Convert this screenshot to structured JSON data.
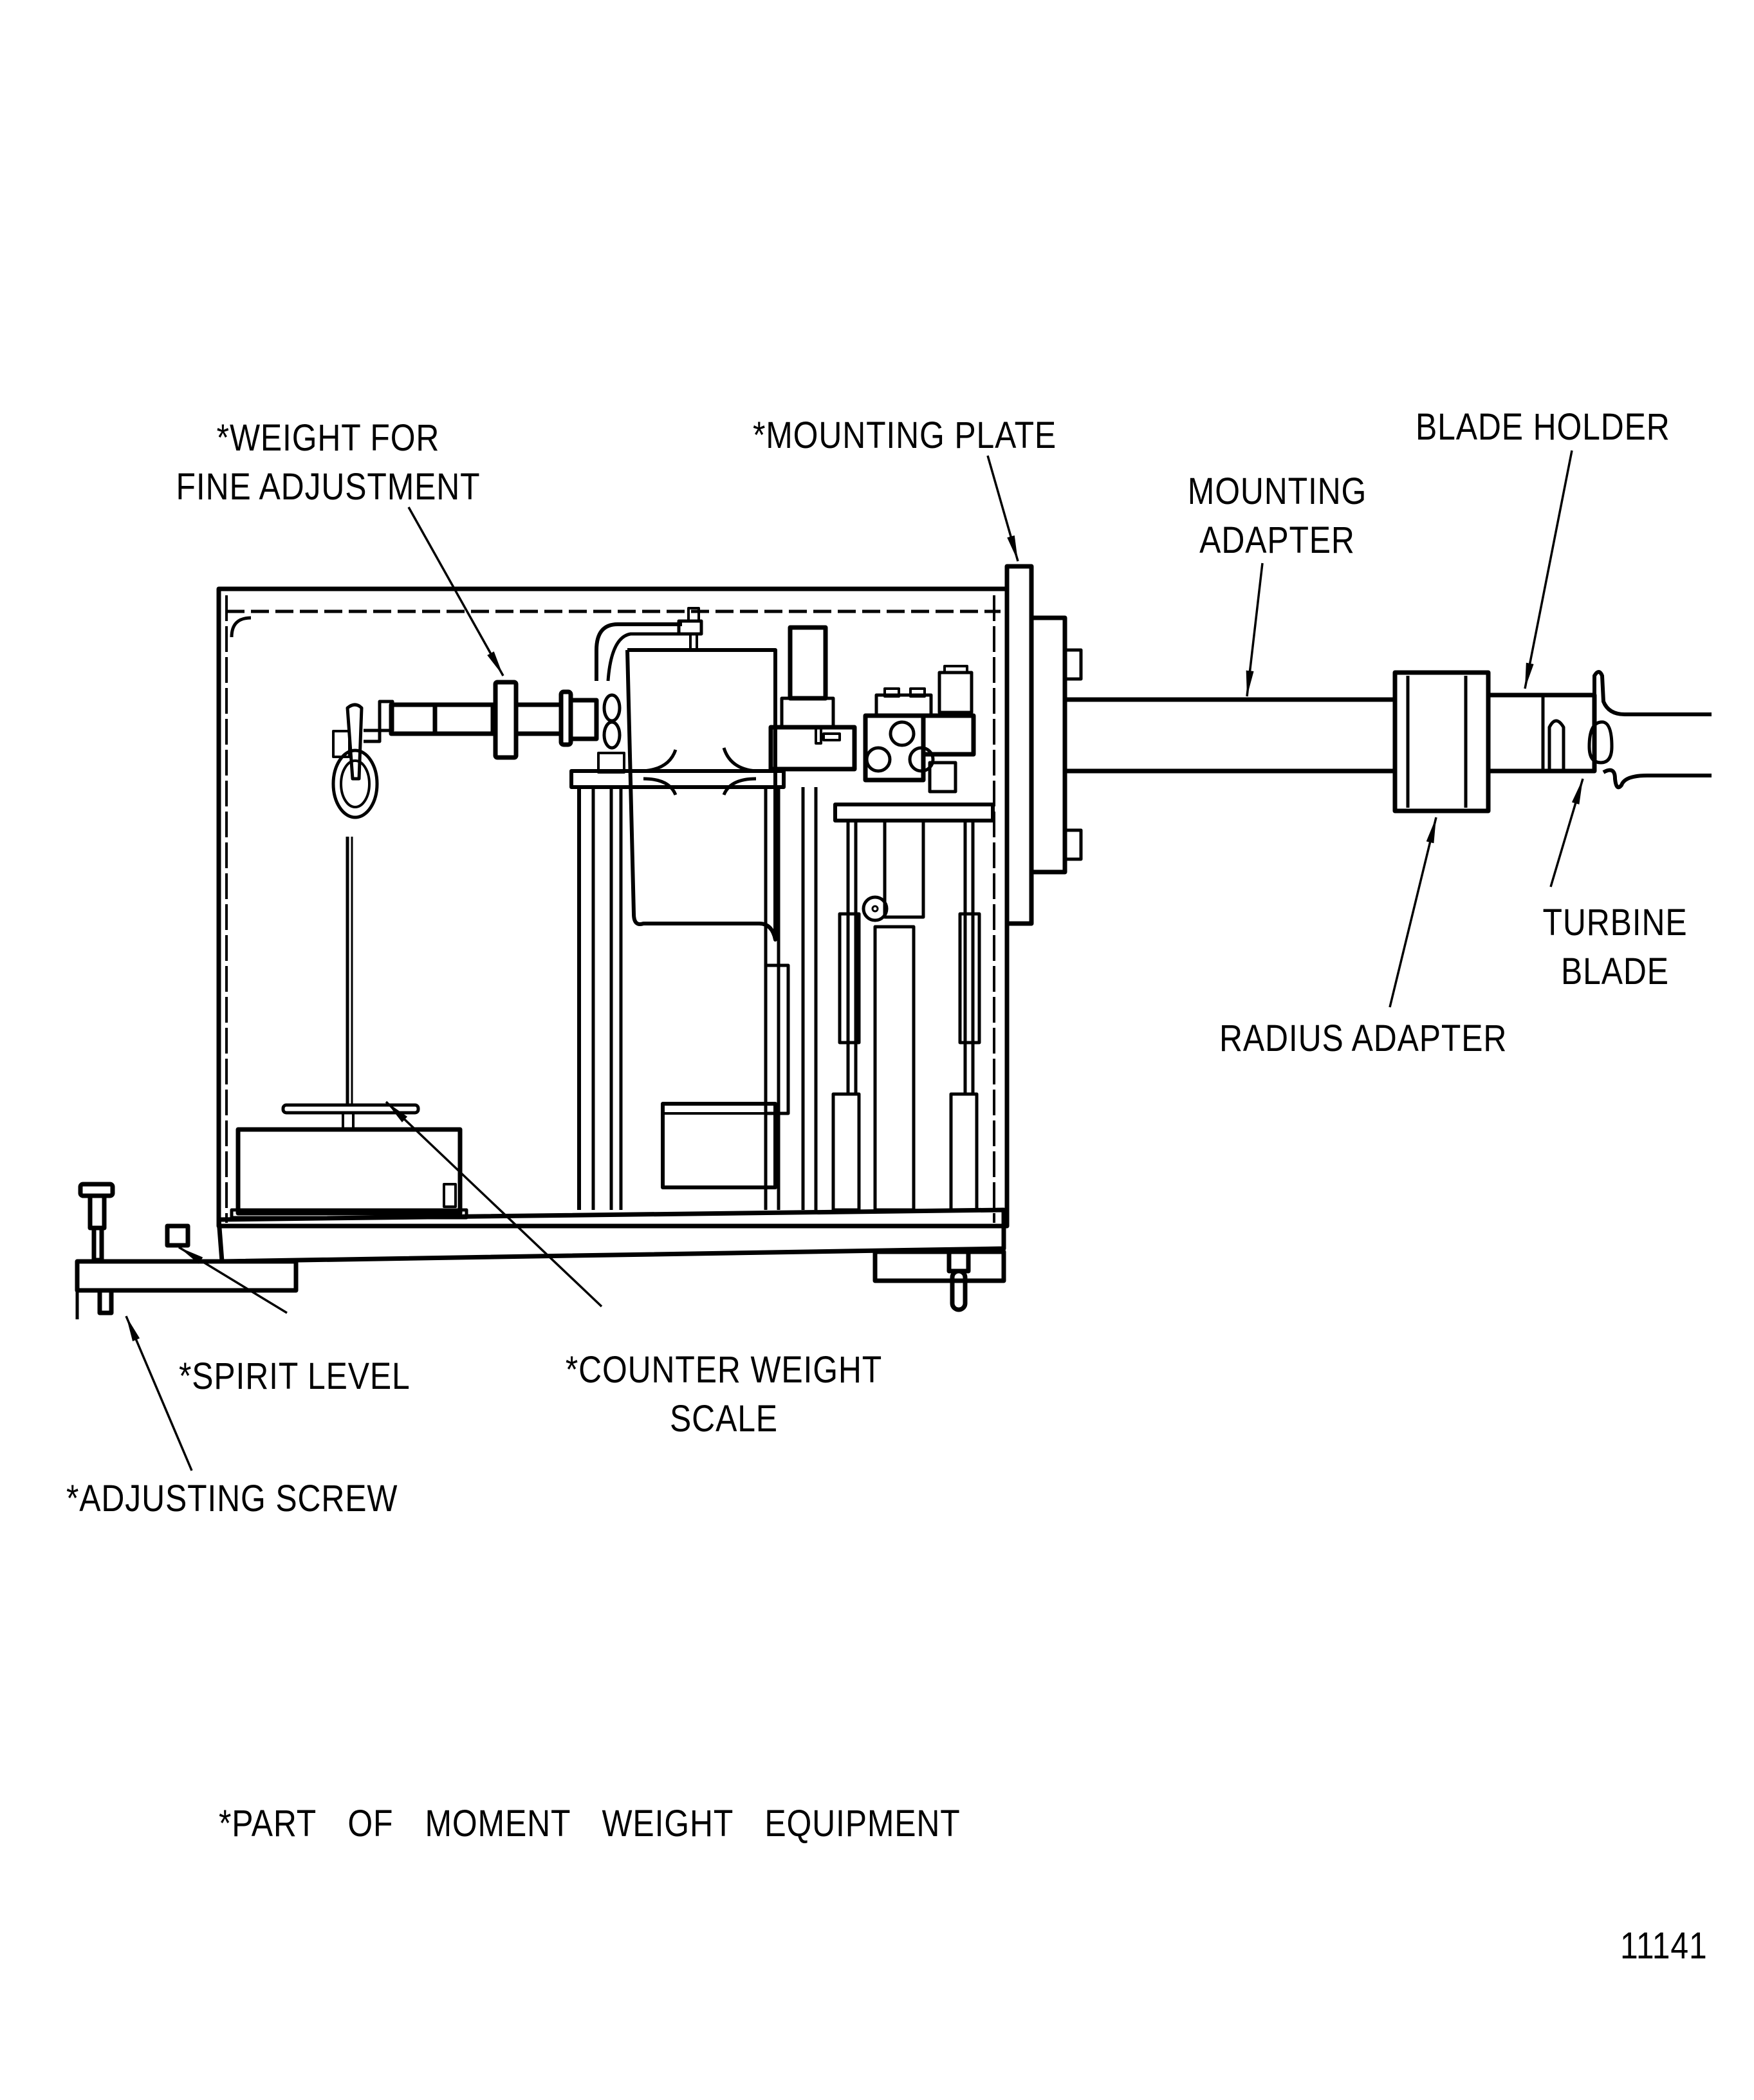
{
  "figure": {
    "number": "11141",
    "footnote": "*PART OF MOMENT WEIGHT EQUIPMENT",
    "colors": {
      "ink": "#000000",
      "paper": "#ffffff"
    }
  },
  "callouts": {
    "weight_fine_adjustment": {
      "lines": [
        "*WEIGHT FOR",
        "FINE ADJUSTMENT"
      ]
    },
    "mounting_plate": {
      "lines": [
        "*MOUNTING PLATE"
      ]
    },
    "mounting_adapter": {
      "lines": [
        "MOUNTING",
        "ADAPTER"
      ]
    },
    "blade_holder": {
      "lines": [
        "BLADE HOLDER"
      ]
    },
    "turbine_blade": {
      "lines": [
        "TURBINE",
        "BLADE"
      ]
    },
    "radius_adapter": {
      "lines": [
        "RADIUS ADAPTER"
      ]
    },
    "spirit_level": {
      "lines": [
        "*SPIRIT LEVEL"
      ]
    },
    "counter_weight_scale": {
      "lines": [
        "*COUNTER WEIGHT",
        "SCALE"
      ]
    },
    "adjusting_screw": {
      "lines": [
        "*ADJUSTING SCREW"
      ]
    }
  }
}
